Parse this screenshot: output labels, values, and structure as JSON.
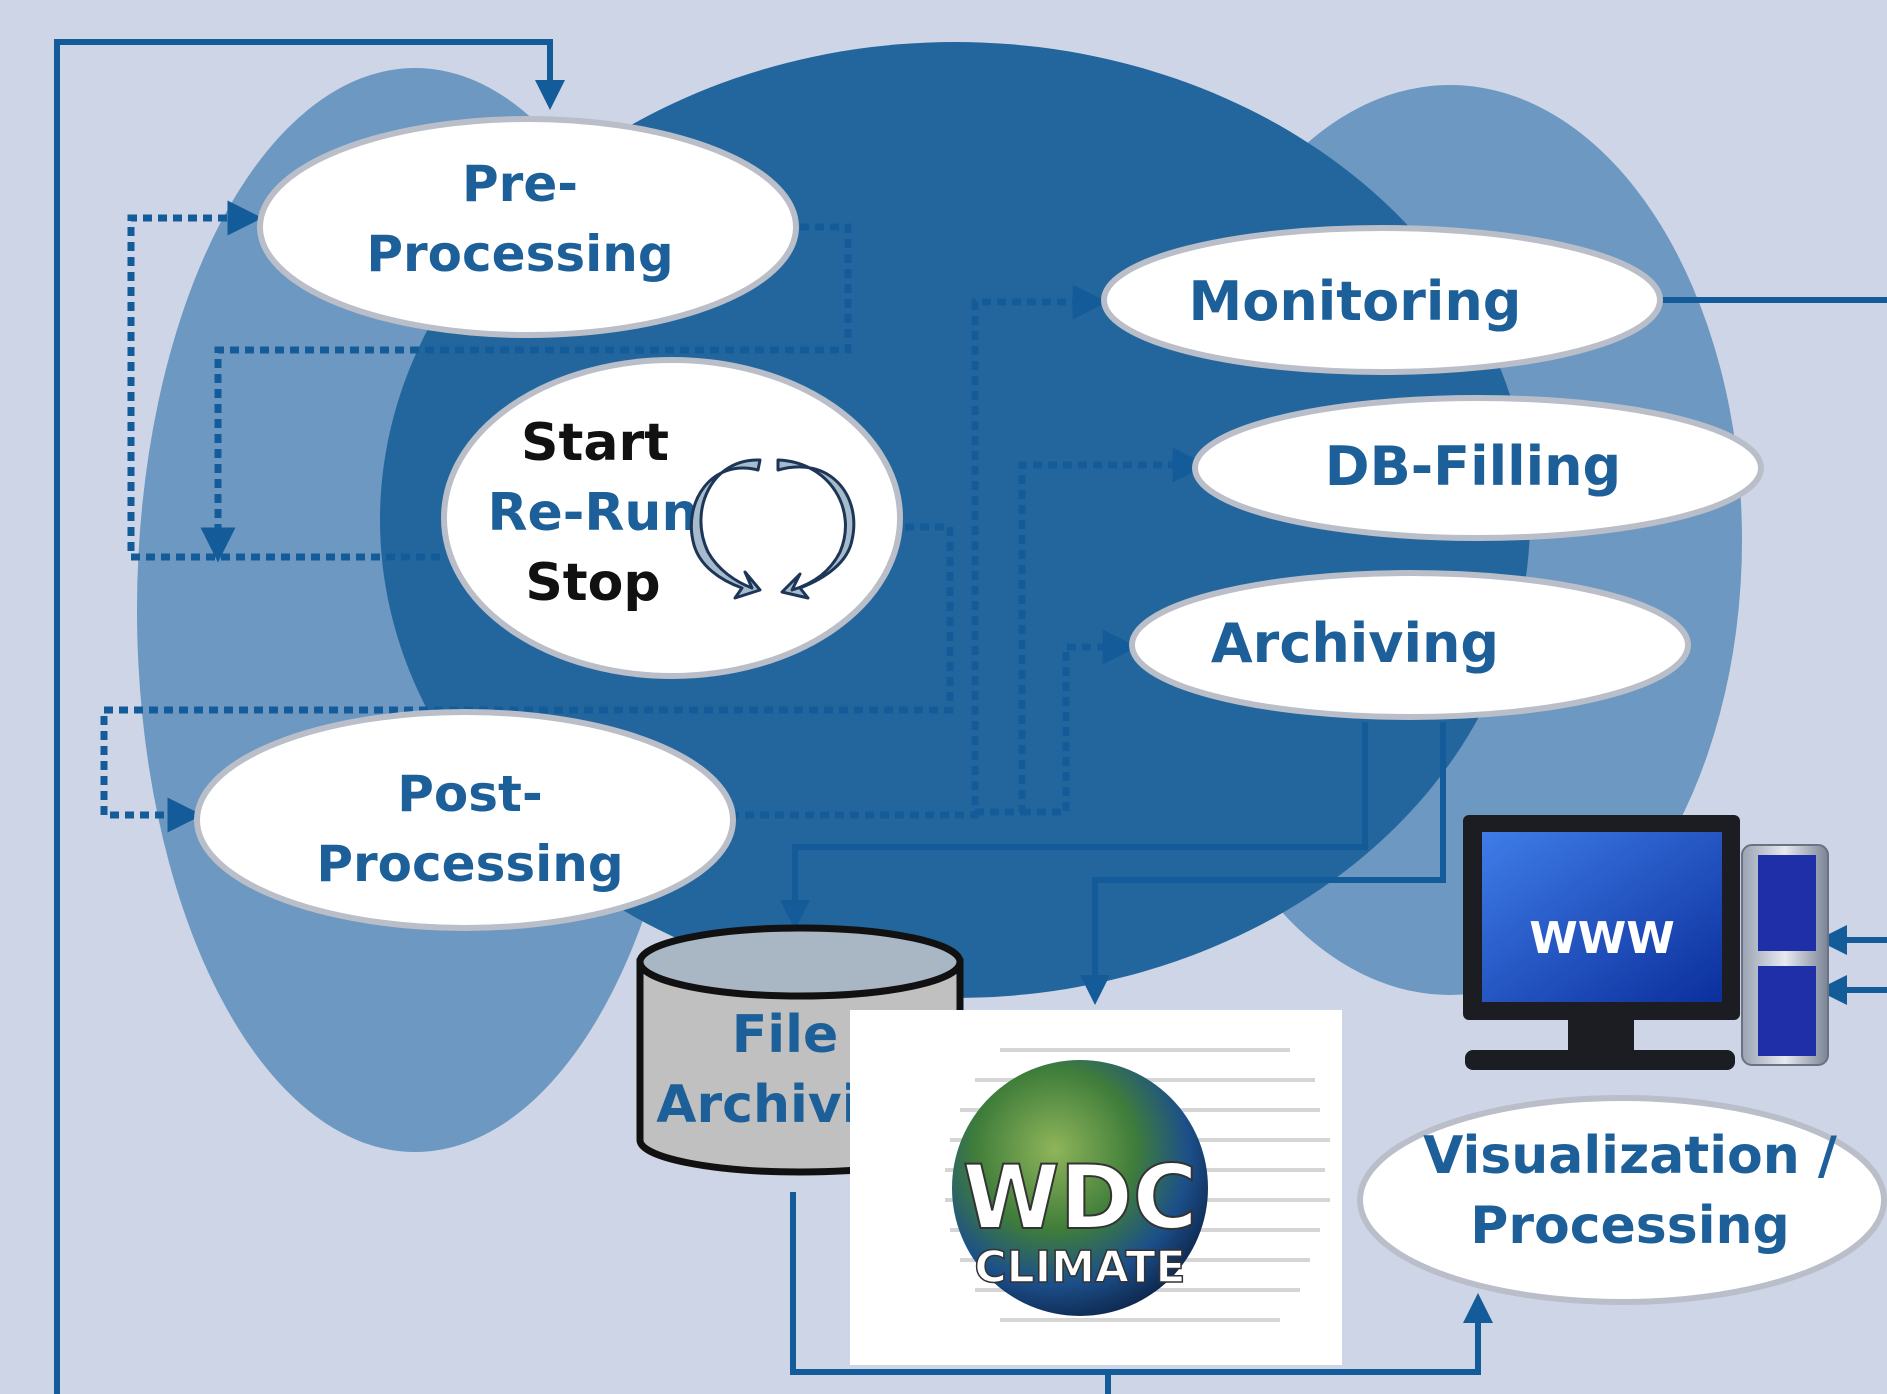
{
  "nodes": {
    "pre_processing": [
      "Pre-",
      "Processing"
    ],
    "control": {
      "start": "Start",
      "rerun": "Re-Run",
      "stop": "Stop"
    },
    "post_processing": [
      "Post-",
      "Processing"
    ],
    "monitoring": "Monitoring",
    "db_filling": "DB-Filling",
    "archiving": "Archiving",
    "file_archiving": [
      "File",
      "Archiving"
    ],
    "visualization": [
      "Visualization /",
      "Processing"
    ]
  },
  "logos": {
    "wdc_line1": "WDC",
    "wdc_line2": "CLIMATE",
    "screen_text": "WWW"
  },
  "colors": {
    "background": "#cdd5e6",
    "dark_blob": "#23669d",
    "light_blob": "#6c98c1",
    "line": "#145b9a",
    "text": "#1d5f99"
  },
  "icons": [
    "cycle-arrows-icon",
    "database-cylinder-icon",
    "globe-icon",
    "computer-icon"
  ]
}
